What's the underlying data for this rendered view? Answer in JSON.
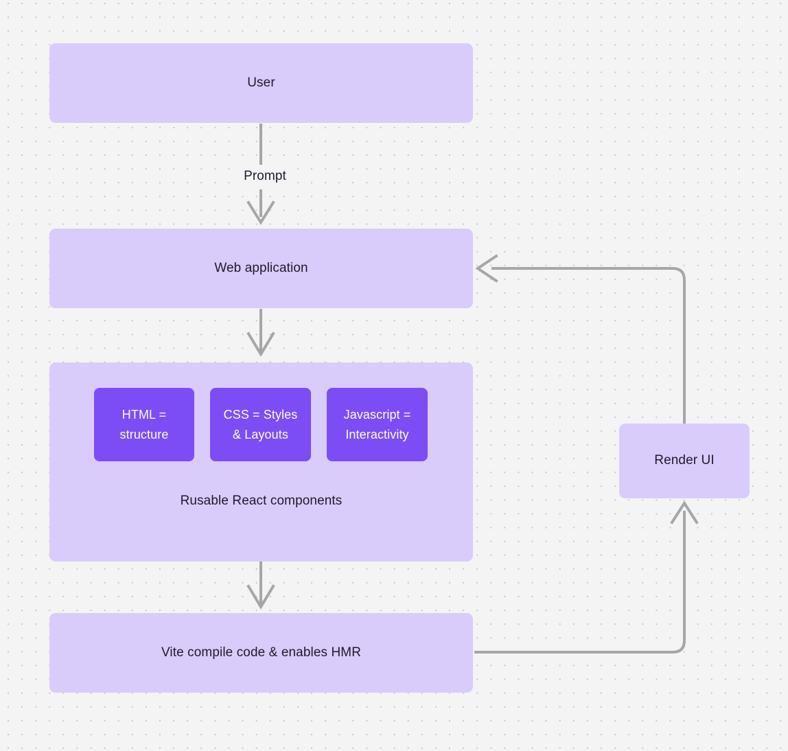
{
  "canvas": {
    "background_color": "#f4f4f4",
    "dot_color": "#c6c6c6",
    "node_fill": "#d9ccfb",
    "node_accent_fill": "#7c4df5",
    "text_color": "#20192b",
    "accent_text_color": "#ffffff",
    "connector_color": "#a6a6a6"
  },
  "nodes": {
    "user": {
      "label": "User"
    },
    "web_application": {
      "label": "Web application"
    },
    "components_group": {
      "caption": "Rusable React components",
      "items": [
        {
          "label": "HTML =\nstructure",
          "line1": "HTML =",
          "line2": "structure"
        },
        {
          "label": "CSS = Styles\n& Layouts",
          "line1": "CSS = Styles",
          "line2": "& Layouts"
        },
        {
          "label": "Javascript =\nInteractivity",
          "line1": "Javascript =",
          "line2": "Interactivity"
        }
      ]
    },
    "vite": {
      "label": "Vite compile code & enables HMR"
    },
    "render_ui": {
      "label": "Render UI"
    }
  },
  "edges": [
    {
      "from": "user",
      "to": "web_application",
      "label": "Prompt"
    },
    {
      "from": "web_application",
      "to": "components_group",
      "label": ""
    },
    {
      "from": "components_group",
      "to": "vite",
      "label": ""
    },
    {
      "from": "vite",
      "to": "render_ui",
      "label": ""
    },
    {
      "from": "render_ui",
      "to": "web_application",
      "label": ""
    }
  ]
}
